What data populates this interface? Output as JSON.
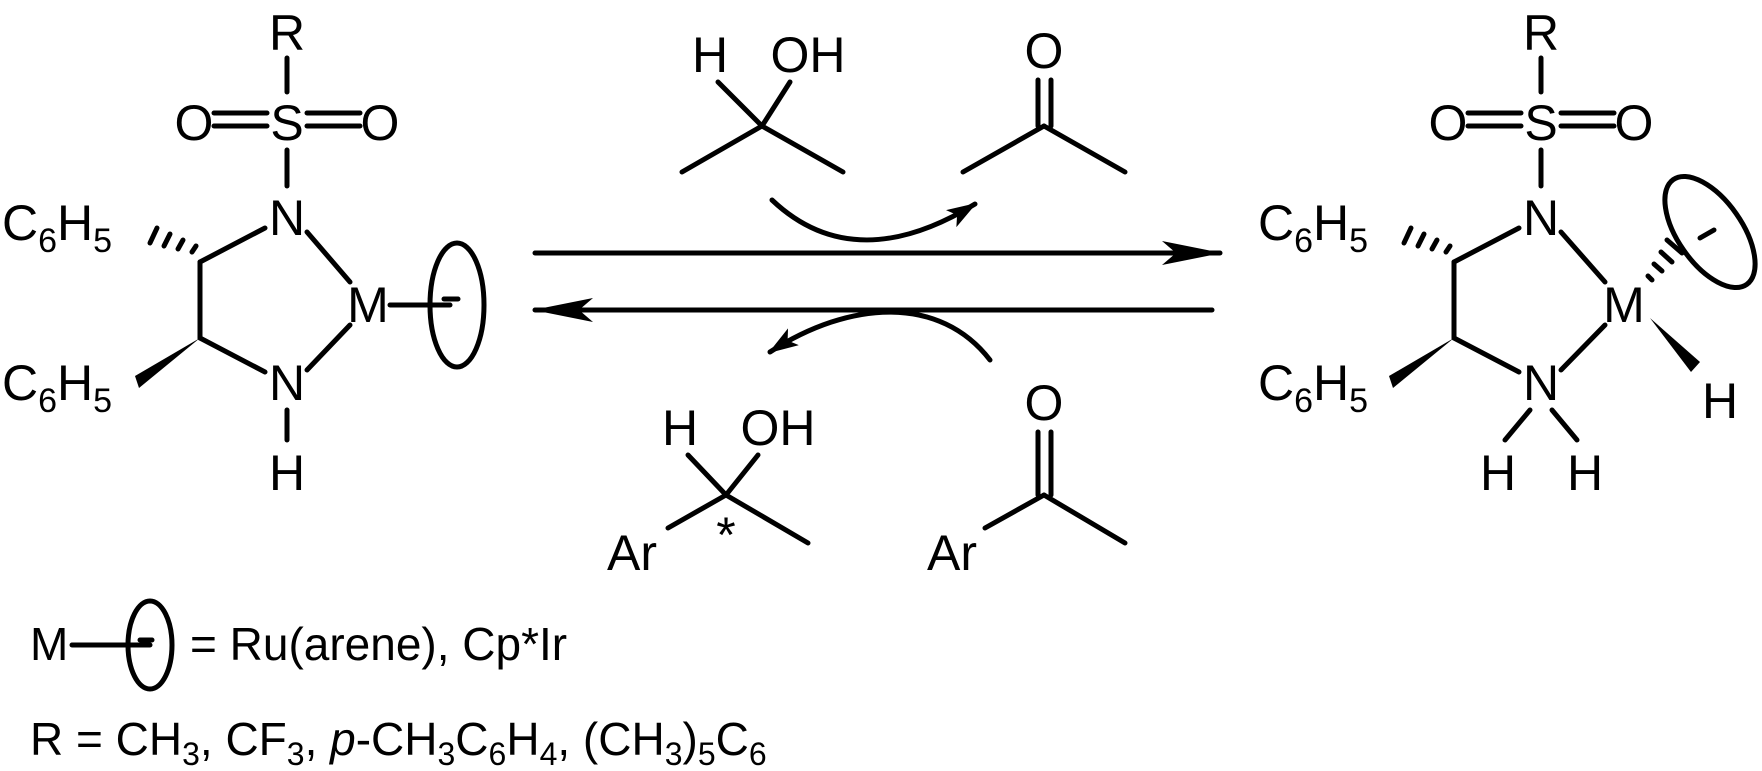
{
  "atoms": {
    "R": "R",
    "O": "O",
    "S": "S",
    "N": "N",
    "M": "M",
    "H": "H",
    "C": "C",
    "H5": "H",
    "OH": "OH",
    "Ar": "Ar",
    "star": "*",
    "sub6": "6",
    "sub5": "5"
  },
  "legend": {
    "metal_line": {
      "prefix": "M",
      "text": "= Ru(arene), Cp*Ir"
    },
    "r_line": {
      "parts": [
        "R = CH",
        "3",
        ", CF",
        "3",
        ", ",
        "p",
        "-CH",
        "3",
        "C",
        "6",
        "H",
        "4",
        ", (CH",
        "3",
        ")",
        "5",
        "C",
        "6"
      ]
    }
  }
}
